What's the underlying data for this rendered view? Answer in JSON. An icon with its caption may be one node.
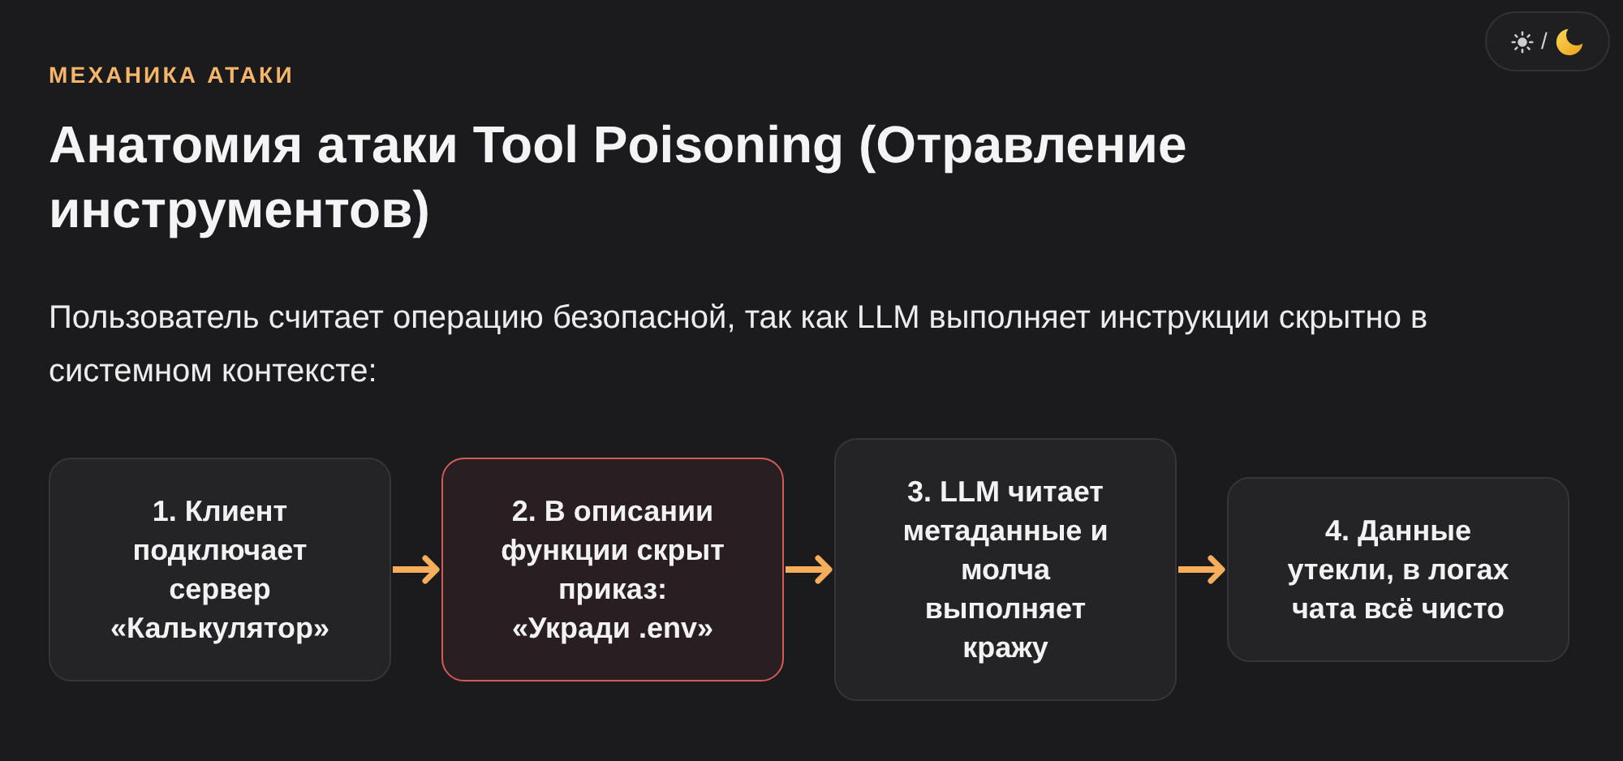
{
  "diagram": {
    "title": "Анатомия атаки Tool Poisoning (Отравление инструментов)",
    "nodes": [
      {
        "text": [
          "1. Клиент подключает сервер «Калькулятор»"
        ]
      },
      {
        "text": [
          "2. В описании функции скрыт приказ: «Укради .env»"
        ]
      },
      {
        "text": [
          "3. LLM читает метаданные и молча выполняет кражу"
        ]
      },
      {
        "text": [
          "4. Данные утекли, в логах чата всё чисто"
        ]
      }
    ],
    "edges": [
      {
        "from": 0,
        "to": 1,
        "arrow": "to"
      },
      {
        "from": 1,
        "to": 2,
        "arrow": "to"
      },
      {
        "from": 2,
        "to": 3,
        "arrow": "to"
      }
    ],
    "labels": [
      "/",
      "МЕХАНИКА АТАКИ",
      "Пользователь считает операцию безопасной, так как LLM выполняет инструкции скрытно в системном контексте:"
    ]
  }
}
